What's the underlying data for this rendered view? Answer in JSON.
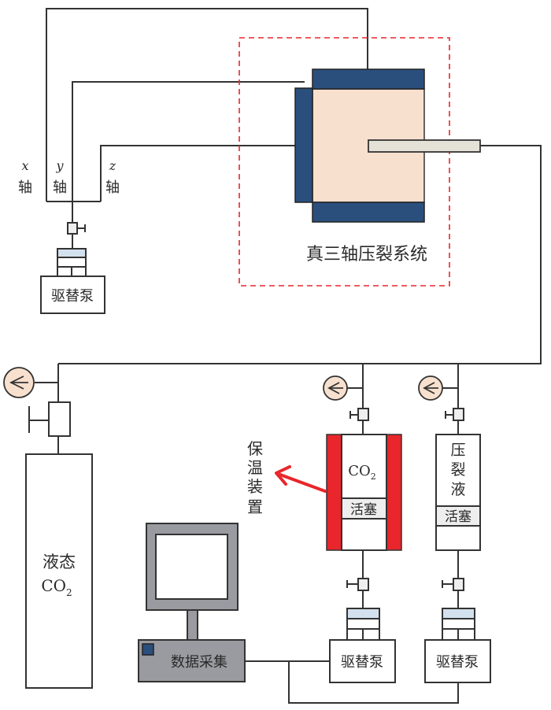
{
  "axes": {
    "x": {
      "var": "x",
      "label": "轴"
    },
    "y": {
      "var": "y",
      "label": "轴"
    },
    "z": {
      "var": "z",
      "label": "轴"
    }
  },
  "system_label": "真三轴压裂系统",
  "pump_label": "驱替泵",
  "tank": {
    "line1": "液态",
    "line2": "CO",
    "sub": "2"
  },
  "co2_cylinder": {
    "line1": "CO",
    "sub": "2",
    "piston": "活塞"
  },
  "frac_cylinder": {
    "chars": [
      "压",
      "裂",
      "液"
    ],
    "piston": "活塞"
  },
  "insulation_label": [
    "保",
    "温",
    "装",
    "置"
  ],
  "daq_label": "数据采集",
  "colors": {
    "plate": "#2b4f7d",
    "core": "#f8e0ce",
    "tube": "#e4e2d6",
    "insulation": "#e8262b",
    "dashed": "#e8262b",
    "gauge": "#f8e0ce",
    "pump_top": "#d3e0ee",
    "computer": "#9a9ba0",
    "piston": "#eeeeee"
  }
}
